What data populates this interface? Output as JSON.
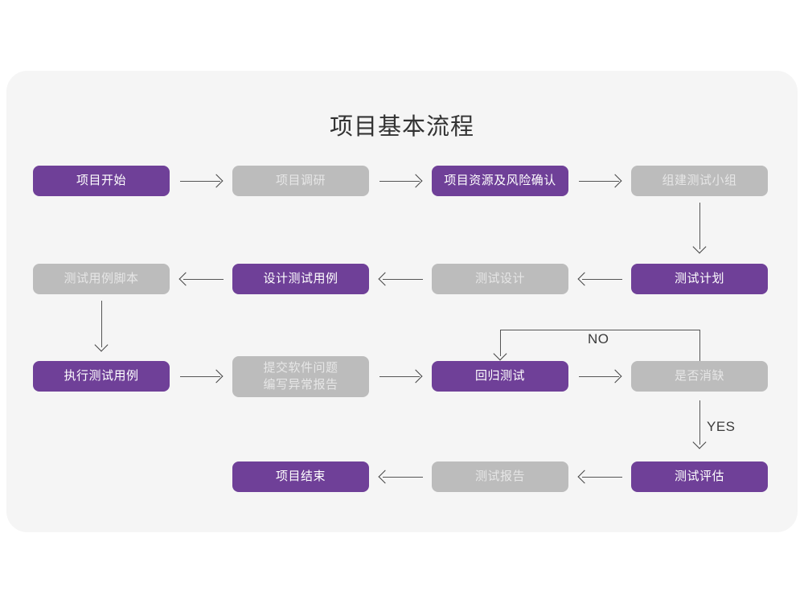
{
  "page": {
    "background_color": "#ffffff",
    "card_color": "#f5f5f5"
  },
  "diagram": {
    "title": "项目基本流程",
    "type": "flowchart",
    "colors": {
      "purple": "#6f4098",
      "gray": "#bcbcbc",
      "purple_text": "#ffffff",
      "gray_text": "#e6e6e6",
      "arrow": "#555555",
      "title_text": "#333333"
    },
    "nodes": [
      {
        "id": "n1",
        "label": "项目开始",
        "style": "purple",
        "row": 1
      },
      {
        "id": "n2",
        "label": "项目调研",
        "style": "gray",
        "row": 1
      },
      {
        "id": "n3",
        "label": "项目资源及风险确认",
        "style": "purple",
        "row": 1
      },
      {
        "id": "n4",
        "label": "组建测试小组",
        "style": "gray",
        "row": 1
      },
      {
        "id": "n5",
        "label": "测试用例脚本",
        "style": "gray",
        "row": 2
      },
      {
        "id": "n6",
        "label": "设计测试用例",
        "style": "purple",
        "row": 2
      },
      {
        "id": "n7",
        "label": "测试设计",
        "style": "gray",
        "row": 2
      },
      {
        "id": "n8",
        "label": "测试计划",
        "style": "purple",
        "row": 2
      },
      {
        "id": "n9",
        "label": "执行测试用例",
        "style": "purple",
        "row": 3
      },
      {
        "id": "n10",
        "label": "提交软件问题\n编写异常报告",
        "style": "gray",
        "row": 3
      },
      {
        "id": "n11",
        "label": "回归测试",
        "style": "purple",
        "row": 3
      },
      {
        "id": "n12",
        "label": "是否消缺",
        "style": "gray",
        "row": 3
      },
      {
        "id": "n13",
        "label": "项目结束",
        "style": "purple",
        "row": 4
      },
      {
        "id": "n14",
        "label": "测试报告",
        "style": "gray",
        "row": 4
      },
      {
        "id": "n15",
        "label": "测试评估",
        "style": "purple",
        "row": 4
      }
    ],
    "edge_labels": {
      "no": "NO",
      "yes": "YES"
    }
  }
}
